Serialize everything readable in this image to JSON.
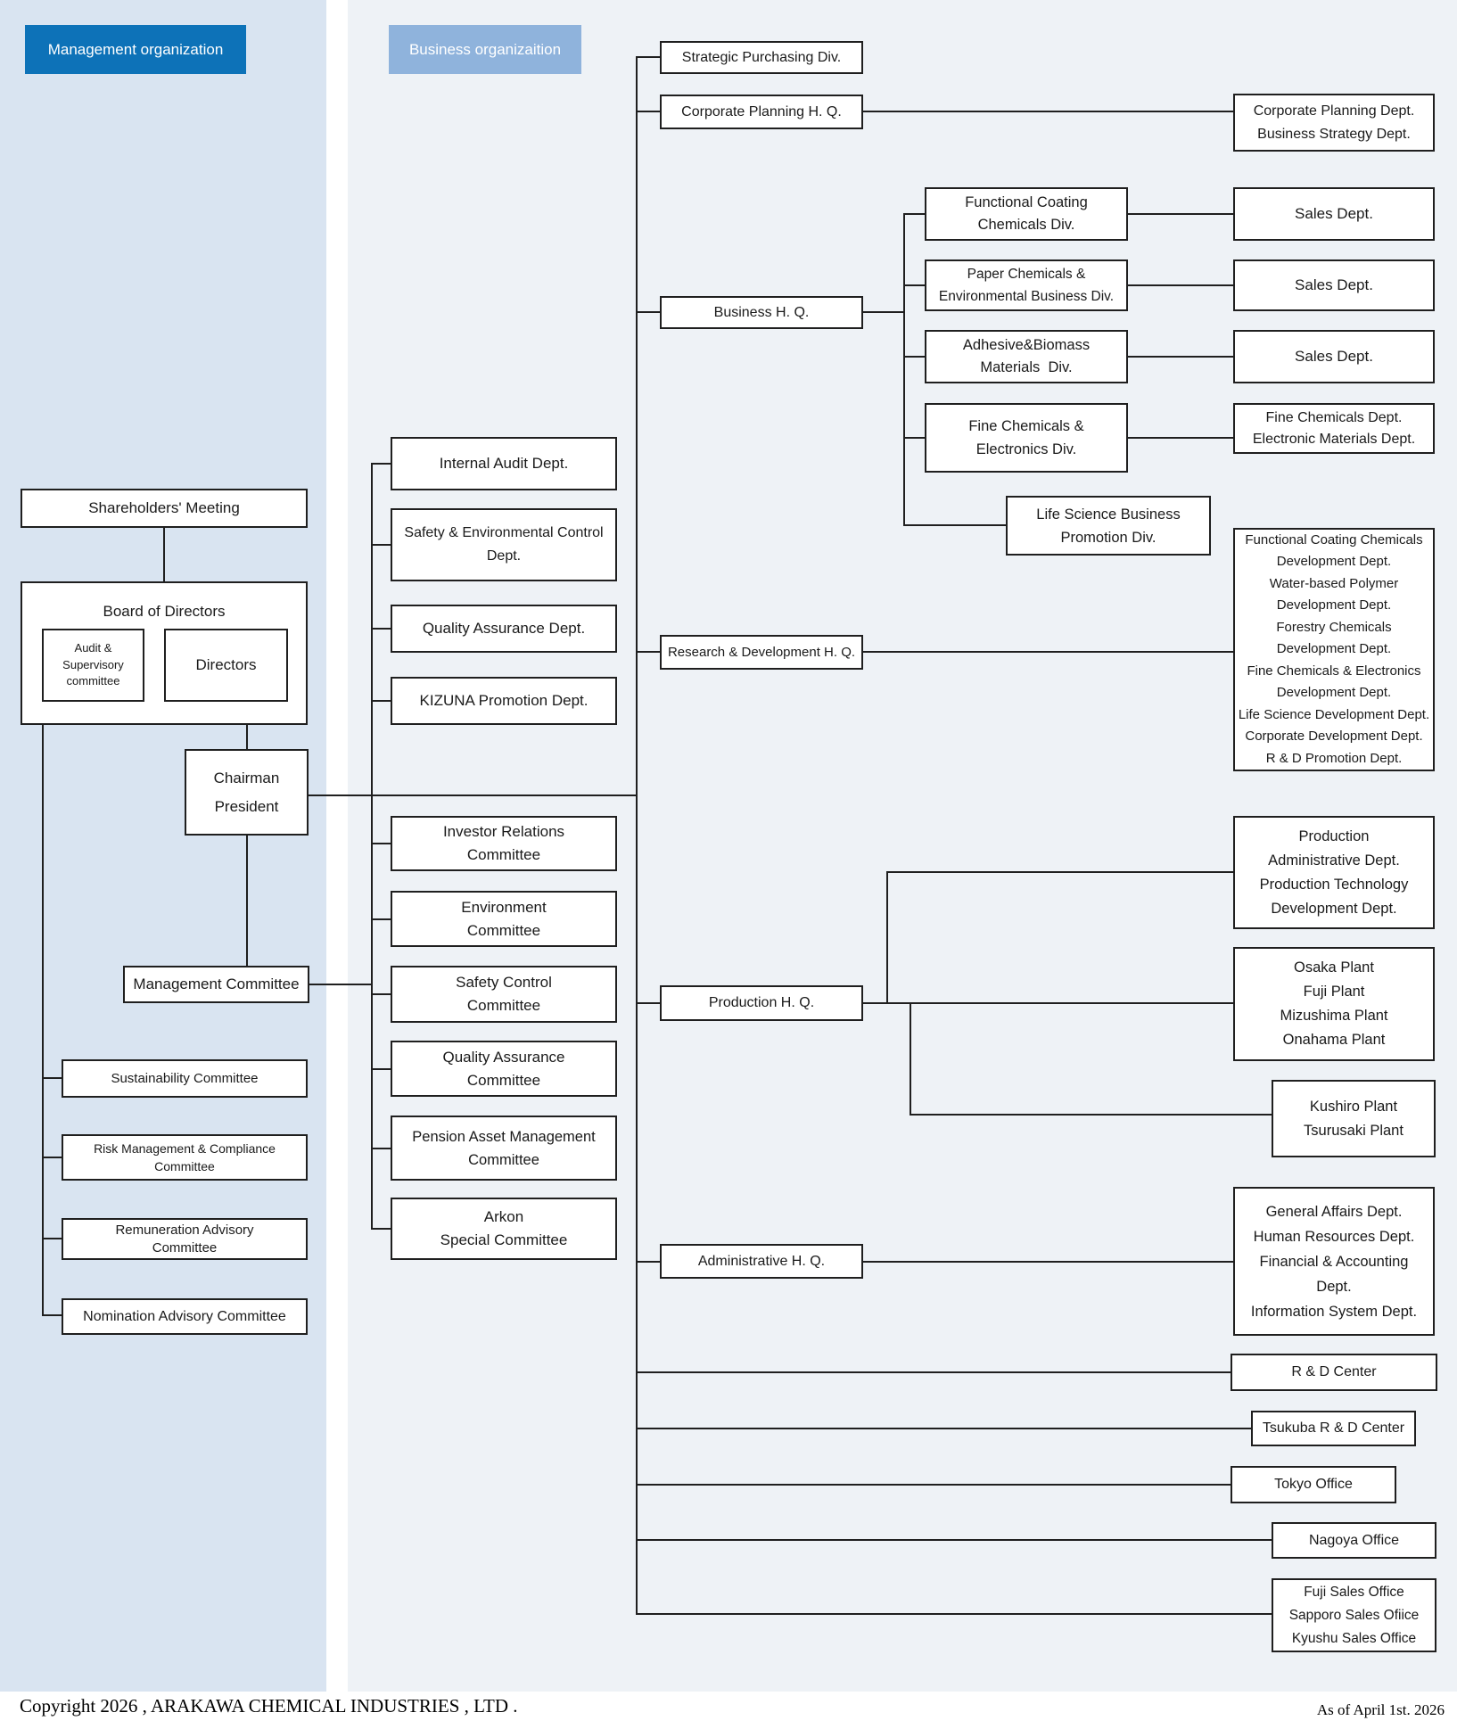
{
  "colors": {
    "header_dark": "#0d72b8",
    "header_light": "#8fb3dc",
    "panel_left": "#d9e4f1",
    "panel_right": "#eef2f6",
    "line": "#1f1f1f",
    "box_bg": "#ffffff"
  },
  "headers": {
    "management": "Management organization",
    "business": "Business organizaition"
  },
  "footer": {
    "copyright": "Copyright 2026 ,  ARAKAWA CHEMICAL INDUSTRIES , LTD .",
    "as_of": "As of April 1st. 2026"
  },
  "nodes": {
    "shareholders": {
      "lines": [
        "Shareholders' Meeting"
      ]
    },
    "board": {
      "lines": [
        "Board of Directors"
      ]
    },
    "audit": {
      "lines": [
        "Audit &",
        "Supervisory",
        "committee"
      ]
    },
    "directors": {
      "lines": [
        "Directors"
      ]
    },
    "chairman": {
      "lines": [
        "Chairman",
        "President"
      ]
    },
    "management_committee": {
      "lines": [
        "Management Committee"
      ]
    },
    "sustainability": {
      "lines": [
        "Sustainability Committee"
      ]
    },
    "risk": {
      "lines": [
        "Risk Management & Compliance",
        "Committee"
      ]
    },
    "remuneration": {
      "lines": [
        "Remuneration Advisory",
        "Committee"
      ]
    },
    "nomination": {
      "lines": [
        "Nomination Advisory Committee"
      ]
    },
    "internal_audit": {
      "lines": [
        "Internal Audit Dept."
      ]
    },
    "safety_env": {
      "lines": [
        "Safety & Environmental Control",
        "Dept."
      ]
    },
    "quality_dept": {
      "lines": [
        "Quality Assurance Dept."
      ]
    },
    "kizuna": {
      "lines": [
        "KIZUNA Promotion Dept."
      ]
    },
    "investor": {
      "lines": [
        "Investor Relations",
        "Committee"
      ]
    },
    "environment": {
      "lines": [
        "Environment",
        "Committee"
      ]
    },
    "safety_control": {
      "lines": [
        "Safety Control",
        "Committee"
      ]
    },
    "qa_committee": {
      "lines": [
        "Quality Assurance",
        "Committee"
      ]
    },
    "pension": {
      "lines": [
        "Pension Asset Management",
        "Committee"
      ]
    },
    "arkon": {
      "lines": [
        "Arkon",
        "Special Committee"
      ]
    },
    "strategic": {
      "lines": [
        "Strategic Purchasing Div."
      ]
    },
    "cp_hq": {
      "lines": [
        "Corporate Planning H. Q."
      ]
    },
    "cp_depts": {
      "lines": [
        "Corporate Planning Dept.",
        "Business Strategy Dept."
      ]
    },
    "business_hq": {
      "lines": [
        "Business H. Q."
      ]
    },
    "functional": {
      "lines": [
        "Functional Coating",
        "Chemicals Div."
      ]
    },
    "paper": {
      "lines": [
        "Paper Chemicals &",
        "Environmental Business Div."
      ]
    },
    "adhesive": {
      "lines": [
        "Adhesive&Biomass",
        "Materials  Div."
      ]
    },
    "fine": {
      "lines": [
        "Fine Chemicals &",
        "Electronics Div."
      ]
    },
    "sales1": {
      "lines": [
        "Sales Dept."
      ]
    },
    "sales2": {
      "lines": [
        "Sales Dept."
      ]
    },
    "sales3": {
      "lines": [
        "Sales Dept."
      ]
    },
    "fine_depts": {
      "lines": [
        "Fine Chemicals Dept.",
        "Electronic Materials Dept."
      ]
    },
    "life_science": {
      "lines": [
        "Life Science Business",
        "Promotion Div."
      ]
    },
    "rd_hq": {
      "lines": [
        "Research & Development H. Q."
      ]
    },
    "rd_list": {
      "lines": [
        "Functional Coating Chemicals",
        "Development Dept.",
        "Water-based Polymer",
        "Development Dept.",
        "Forestry Chemicals",
        "Development Dept.",
        "Fine Chemicals & Electronics",
        "Development Dept.",
        "Life Science Development Dept.",
        "Corporate Development Dept.",
        "R & D Promotion Dept."
      ]
    },
    "production_hq": {
      "lines": [
        "Production H. Q."
      ]
    },
    "production_depts": {
      "lines": [
        "Production",
        "Administrative Dept.",
        "Production Technology",
        "Development Dept."
      ]
    },
    "plants_main": {
      "lines": [
        "Osaka Plant",
        "Fuji Plant",
        "Mizushima Plant",
        "Onahama Plant"
      ]
    },
    "plants_other": {
      "lines": [
        "Kushiro Plant",
        "Tsurusaki Plant"
      ]
    },
    "admin_hq": {
      "lines": [
        "Administrative H. Q."
      ]
    },
    "admin_depts": {
      "lines": [
        "General Affairs Dept.",
        "Human Resources Dept.",
        "Financial & Accounting",
        "Dept.",
        "Information System Dept."
      ]
    },
    "rd_center": {
      "lines": [
        "R & D Center"
      ]
    },
    "tsukuba": {
      "lines": [
        "Tsukuba R & D Center"
      ]
    },
    "tokyo": {
      "lines": [
        "Tokyo Office"
      ]
    },
    "nagoya": {
      "lines": [
        "Nagoya Office"
      ]
    },
    "sales_offices": {
      "lines": [
        "Fuji Sales Office",
        "Sapporo Sales Ofiice",
        "Kyushu Sales Office"
      ]
    }
  }
}
